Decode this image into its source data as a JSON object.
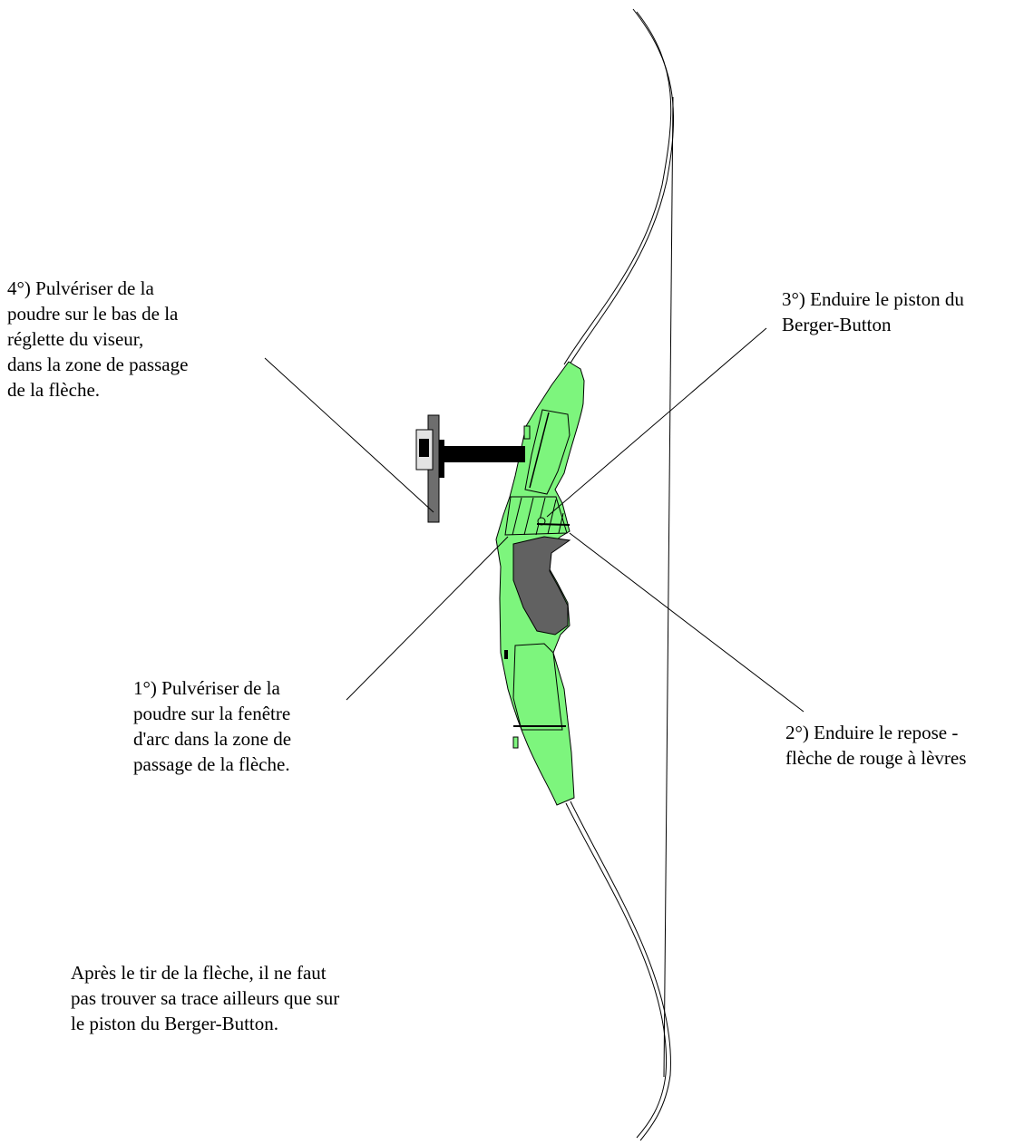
{
  "colors": {
    "riser": "#7df57d",
    "grip": "#616161",
    "sight_plate": "#6e6e6e",
    "outline": "#000000",
    "background": "#ffffff"
  },
  "annotations": {
    "step4": {
      "lines": [
        "4°) Pulvériser de la",
        "poudre sur le bas de la",
        "réglette du viseur,",
        "dans la zone de passage",
        "de la flèche."
      ]
    },
    "step3": {
      "lines": [
        "3°) Enduire le piston du",
        "Berger-Button"
      ]
    },
    "step1": {
      "lines": [
        "1°) Pulvériser de la",
        "poudre sur la fenêtre",
        "d'arc dans la zone de",
        "passage de la flèche."
      ]
    },
    "step2": {
      "lines": [
        "2°) Enduire le repose -",
        "flèche de rouge à lèvres"
      ]
    },
    "conclusion": {
      "lines": [
        "Après le tir de la flèche, il ne faut",
        "pas trouver sa trace ailleurs que sur",
        "le piston du Berger-Button."
      ]
    }
  }
}
